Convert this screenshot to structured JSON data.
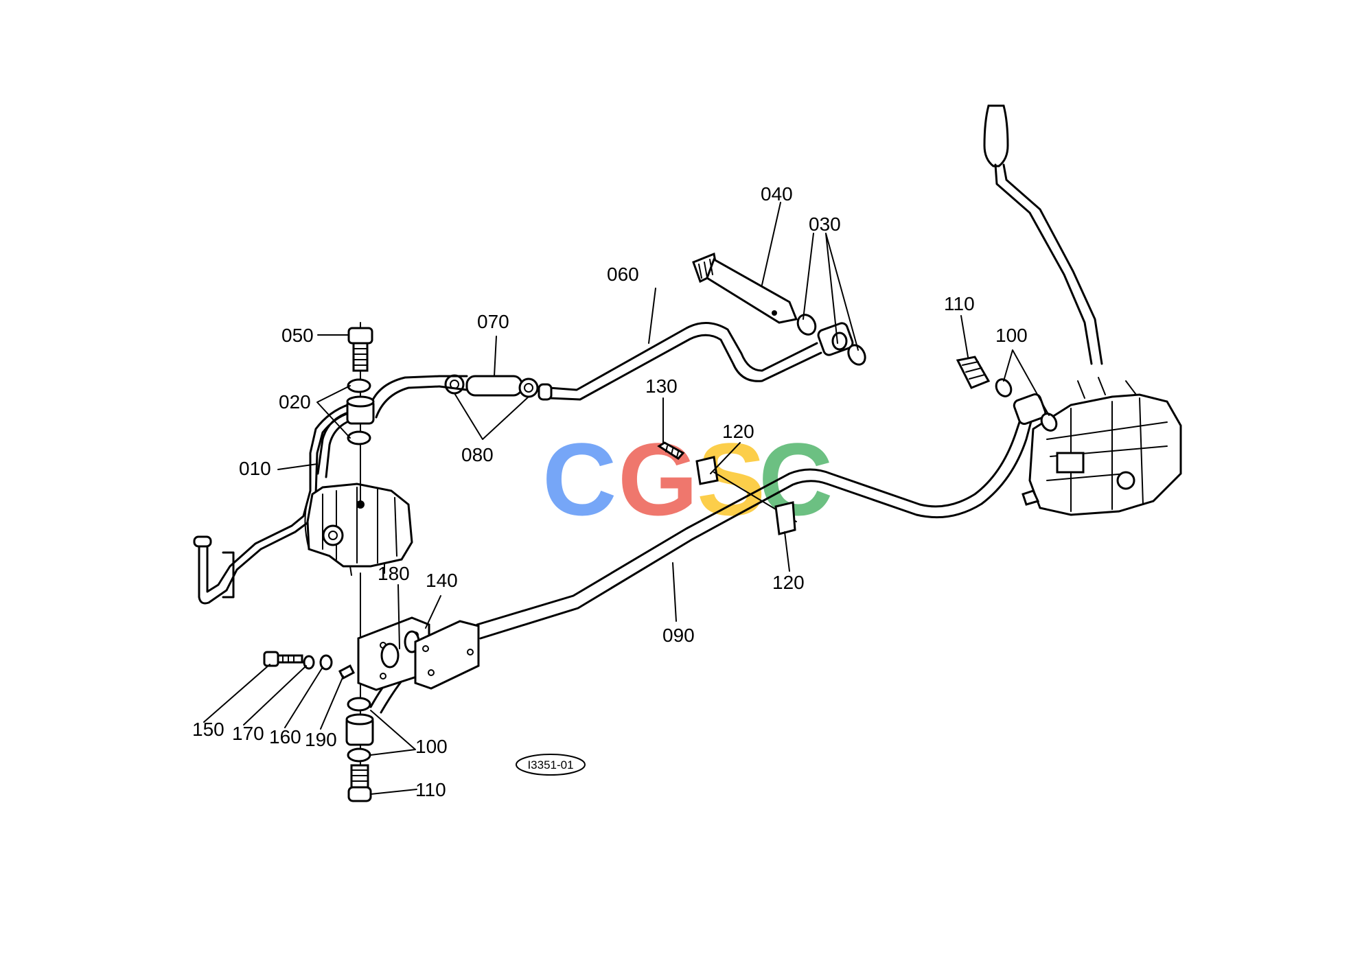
{
  "diagram": {
    "labels": {
      "p010": "010",
      "p020": "020",
      "p030": "030",
      "p040": "040",
      "p050": "050",
      "p060": "060",
      "p070": "070",
      "p080": "080",
      "p090": "090",
      "p100_top": "100",
      "p100_bottom": "100",
      "p110_top": "110",
      "p110_bottom": "110",
      "p120_top": "120",
      "p120_bottom": "120",
      "p130": "130",
      "p140": "140",
      "p150": "150",
      "p160": "160",
      "p170": "170",
      "p180": "180",
      "p190": "190"
    },
    "drawing_code": "I3351-01",
    "watermark": {
      "letters": [
        "C",
        "G",
        "S",
        "C"
      ],
      "colors": [
        "#4285F4",
        "#EA4335",
        "#FBBC05",
        "#34A853"
      ]
    }
  }
}
